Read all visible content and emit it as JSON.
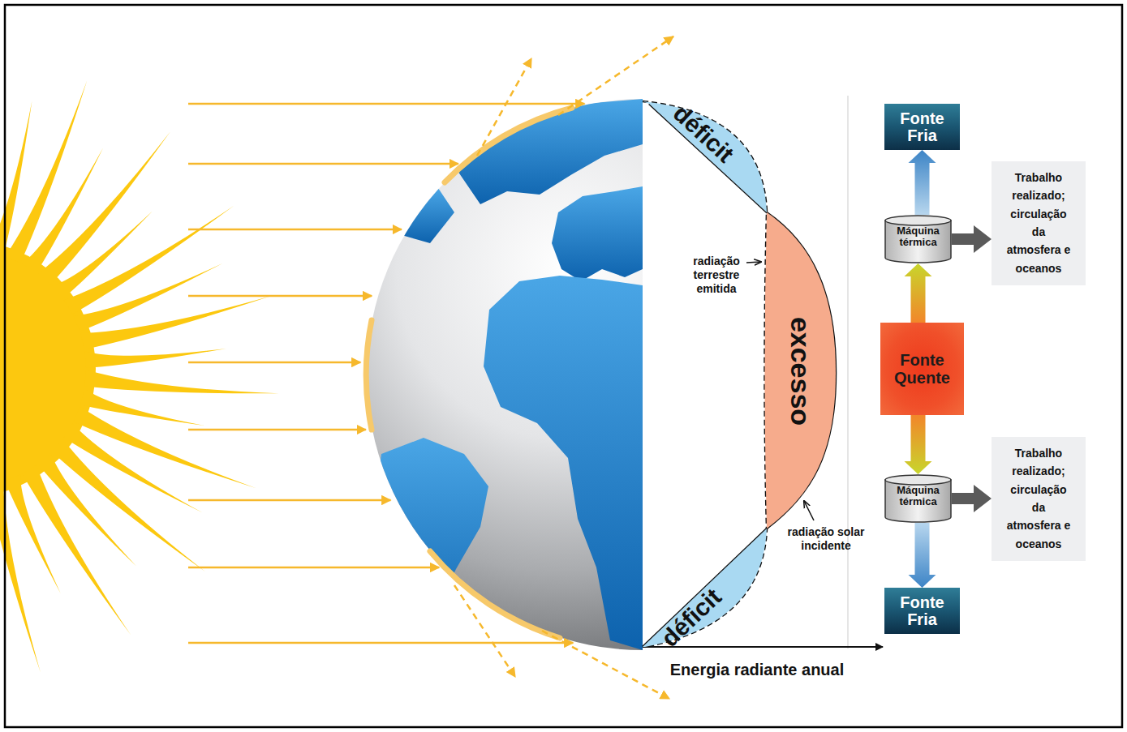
{
  "diagram": {
    "nodes": [
      {
        "text": [
          "déficit"
        ]
      },
      {
        "text": [
          "excesso"
        ]
      },
      {
        "text": [
          "déficit"
        ]
      },
      {
        "text": [
          "Fonte Fria"
        ]
      },
      {
        "text": [
          "Máquina térmica"
        ]
      },
      {
        "text": [
          "Trabalho realizado; circulação da atmosfera e oceanos"
        ]
      },
      {
        "text": [
          "Fonte Quente"
        ]
      },
      {
        "text": [
          "Máquina térmica"
        ]
      },
      {
        "text": [
          "Trabalho realizado; circulação da atmosfera e oceanos"
        ]
      },
      {
        "text": [
          "Fonte Fria"
        ]
      }
    ],
    "edges": [
      {
        "from": 6,
        "to": 4,
        "arrow": "to"
      },
      {
        "from": 4,
        "to": 3,
        "arrow": "to"
      },
      {
        "from": 4,
        "to": 5,
        "arrow": "to"
      },
      {
        "from": 6,
        "to": 7,
        "arrow": "to"
      },
      {
        "from": 7,
        "to": 9,
        "arrow": "to"
      },
      {
        "from": 7,
        "to": 8,
        "arrow": "to"
      }
    ],
    "labels": [
      "radiação terrestre emitida",
      "radiação solar incidente",
      "Energia radiante anual"
    ]
  }
}
